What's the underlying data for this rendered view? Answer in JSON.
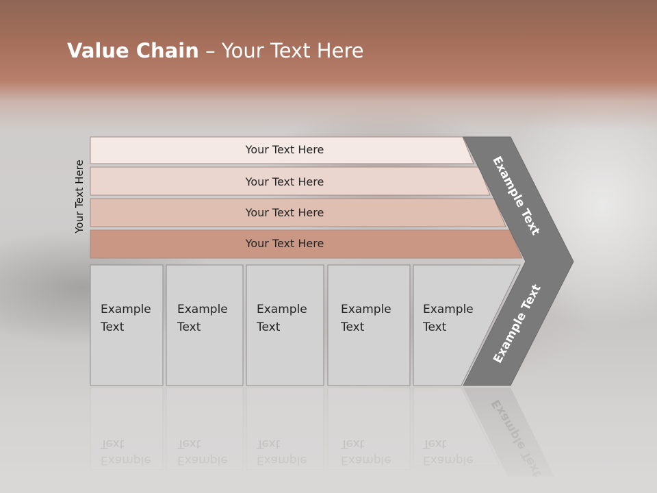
{
  "title": {
    "bold": "Value Chain",
    "rest": " – Your Text Here"
  },
  "side_label": "Your Text Here",
  "bars": [
    {
      "label": "Your Text Here",
      "color": "#f4e9e5"
    },
    {
      "label": "Your Text Here",
      "color": "#ead6cf"
    },
    {
      "label": "Your Text Here",
      "color": "#dfbfb2"
    },
    {
      "label": "Your Text Here",
      "color": "#c99784"
    }
  ],
  "boxes": [
    {
      "line1": "Example",
      "line2": "Text"
    },
    {
      "line1": "Example",
      "line2": "Text"
    },
    {
      "line1": "Example",
      "line2": "Text"
    },
    {
      "line1": "Example",
      "line2": "Text"
    },
    {
      "line1": "Example",
      "line2": "Text"
    }
  ],
  "chevron": {
    "upper": "Example Text",
    "lower": "Example Text",
    "color": "#7a7a7a"
  },
  "colors": {
    "box_fill": "#d3d2d2",
    "box_stroke": "#8e8e8e",
    "accent": "#a7705c"
  }
}
